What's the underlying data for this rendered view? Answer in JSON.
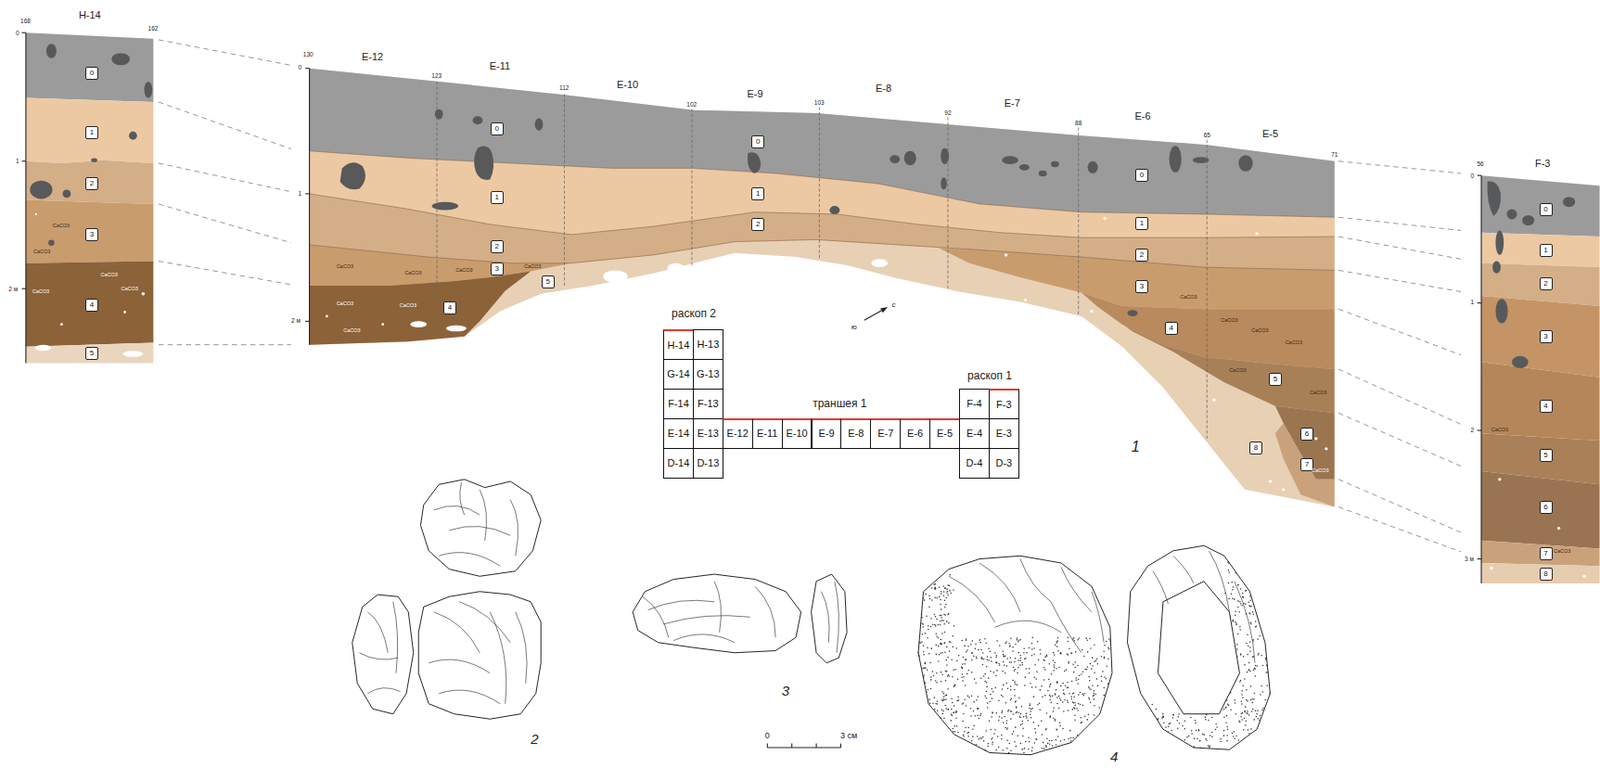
{
  "diagram": {
    "nodes": [
      {
        "text": [
          "0"
        ]
      },
      {
        "text": [
          "1"
        ]
      },
      {
        "text": [
          "2"
        ]
      },
      {
        "text": [
          "3"
        ]
      },
      {
        "text": [
          "4"
        ]
      },
      {
        "text": [
          "5"
        ]
      },
      {
        "text": [
          "0"
        ]
      },
      {
        "text": [
          "1"
        ]
      },
      {
        "text": [
          "2"
        ]
      },
      {
        "text": [
          "3"
        ]
      },
      {
        "text": [
          "4"
        ]
      },
      {
        "text": [
          "5"
        ]
      },
      {
        "text": [
          "0"
        ]
      },
      {
        "text": [
          "1"
        ]
      },
      {
        "text": [
          "2"
        ]
      },
      {
        "text": [
          "0"
        ]
      },
      {
        "text": [
          "1"
        ]
      },
      {
        "text": [
          "2"
        ]
      },
      {
        "text": [
          "3"
        ]
      },
      {
        "text": [
          "4"
        ]
      },
      {
        "text": [
          "5"
        ]
      },
      {
        "text": [
          "6"
        ]
      },
      {
        "text": [
          "7"
        ]
      },
      {
        "text": [
          "8"
        ]
      },
      {
        "text": [
          "0"
        ]
      },
      {
        "text": [
          "1"
        ]
      },
      {
        "text": [
          "2"
        ]
      },
      {
        "text": [
          "3"
        ]
      },
      {
        "text": [
          "4"
        ]
      },
      {
        "text": [
          "5"
        ]
      },
      {
        "text": [
          "6"
        ]
      },
      {
        "text": [
          "7"
        ]
      },
      {
        "text": [
          "8"
        ]
      },
      {
        "text": [
          "H-14"
        ]
      },
      {
        "text": [
          "H-13"
        ]
      },
      {
        "text": [
          "G-14"
        ]
      },
      {
        "text": [
          "G-13"
        ]
      },
      {
        "text": [
          "F-14"
        ]
      },
      {
        "text": [
          "F-13"
        ]
      },
      {
        "text": [
          "F-4"
        ]
      },
      {
        "text": [
          "F-3"
        ]
      },
      {
        "text": [
          "E-14"
        ]
      },
      {
        "text": [
          "E-13"
        ]
      },
      {
        "text": [
          "E-12"
        ]
      },
      {
        "text": [
          "E-11"
        ]
      },
      {
        "text": [
          "E-10"
        ]
      },
      {
        "text": [
          "E-9"
        ]
      },
      {
        "text": [
          "E-8"
        ]
      },
      {
        "text": [
          "E-7"
        ]
      },
      {
        "text": [
          "E-6"
        ]
      },
      {
        "text": [
          "E-5"
        ]
      },
      {
        "text": [
          "E-4"
        ]
      },
      {
        "text": [
          "E-3"
        ]
      },
      {
        "text": [
          "D-14"
        ]
      },
      {
        "text": [
          "D-13"
        ]
      },
      {
        "text": [
          "D-4"
        ]
      },
      {
        "text": [
          "D-3"
        ]
      }
    ],
    "labels": [
      "H-14",
      "168",
      "162",
      "130",
      "E-12",
      "E-11",
      "123",
      "E-10",
      "112",
      "E-9",
      "E-8",
      "103",
      "102",
      "E-7",
      "92",
      "E-6",
      "88",
      "E-5",
      "65",
      "71",
      "56",
      "F-3",
      "0",
      "1",
      "2 м",
      "0",
      "1",
      "2 м",
      "0",
      "1",
      "2",
      "3 м",
      "CaCO3",
      "CaCO3",
      "CaCO3",
      "CaCO3",
      "CaCO3",
      "CaCO3",
      "CaCO3",
      "CaCO3",
      "CaCO3",
      "CaCO3",
      "CaCO3",
      "CaCO3",
      "CaCO3",
      "CaCO3",
      "CaCO3",
      "CaCO3",
      "CaCO3",
      "CaCO3",
      "CaCO3",
      "CaCO3",
      "CaCO3",
      "раскоп 2",
      "ю",
      "с",
      "раскоп 1",
      "траншея 1",
      "1",
      "2",
      "3",
      "0",
      "3 см",
      "4"
    ]
  }
}
